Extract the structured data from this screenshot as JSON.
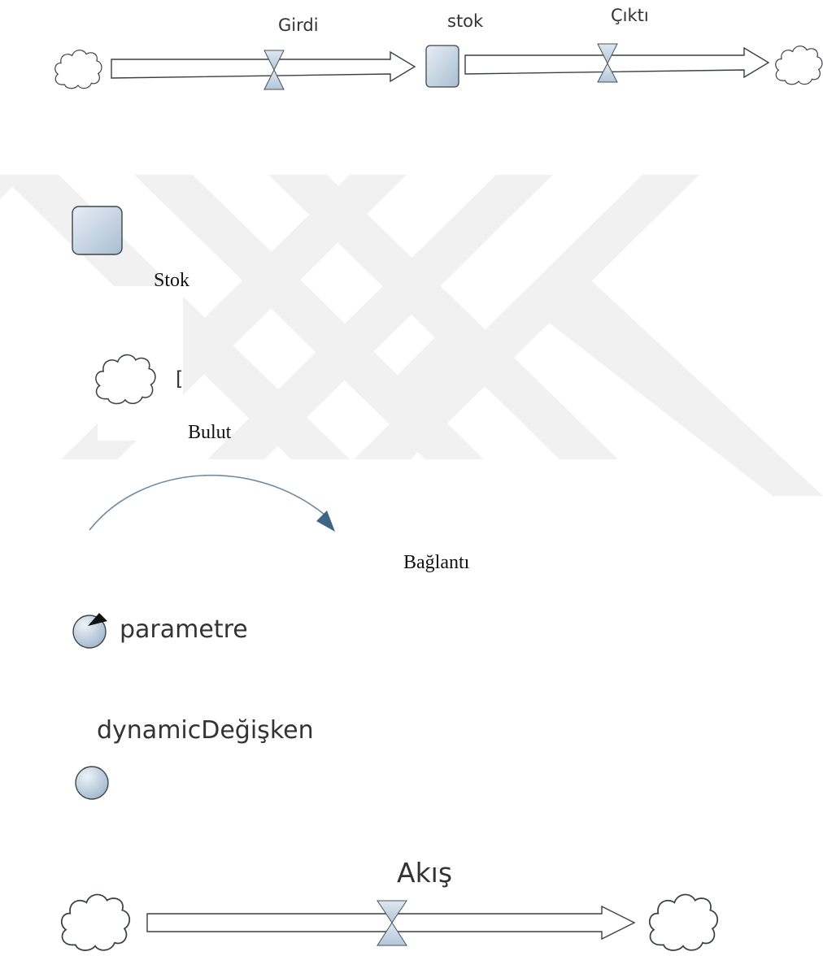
{
  "colors": {
    "fill_light": "#e6ecf3",
    "fill_dark": "#aabfd3",
    "outline": "#4a5058",
    "link_line": "#6d8ba3",
    "link_head": "#3e6582",
    "watermark": "#f0f0f0",
    "text": "#333333"
  },
  "icons": [
    "cloud-icon",
    "valve-icon",
    "stock-icon",
    "link-arrow-icon",
    "parameter-icon",
    "dynamic-variable-icon",
    "flow-arrow-icon"
  ],
  "top_diagram": {
    "inflow_label": "Girdi",
    "stock_label": "stok",
    "outflow_label": "Çıktı"
  },
  "legend": {
    "stock_caption": "Stok",
    "cloud_caption": "Bulut",
    "link_caption": "Bağlantı",
    "parameter_label": "parametre",
    "dynamic_variable_label": "dynamicDeğişken",
    "flow_label": "Akış"
  }
}
